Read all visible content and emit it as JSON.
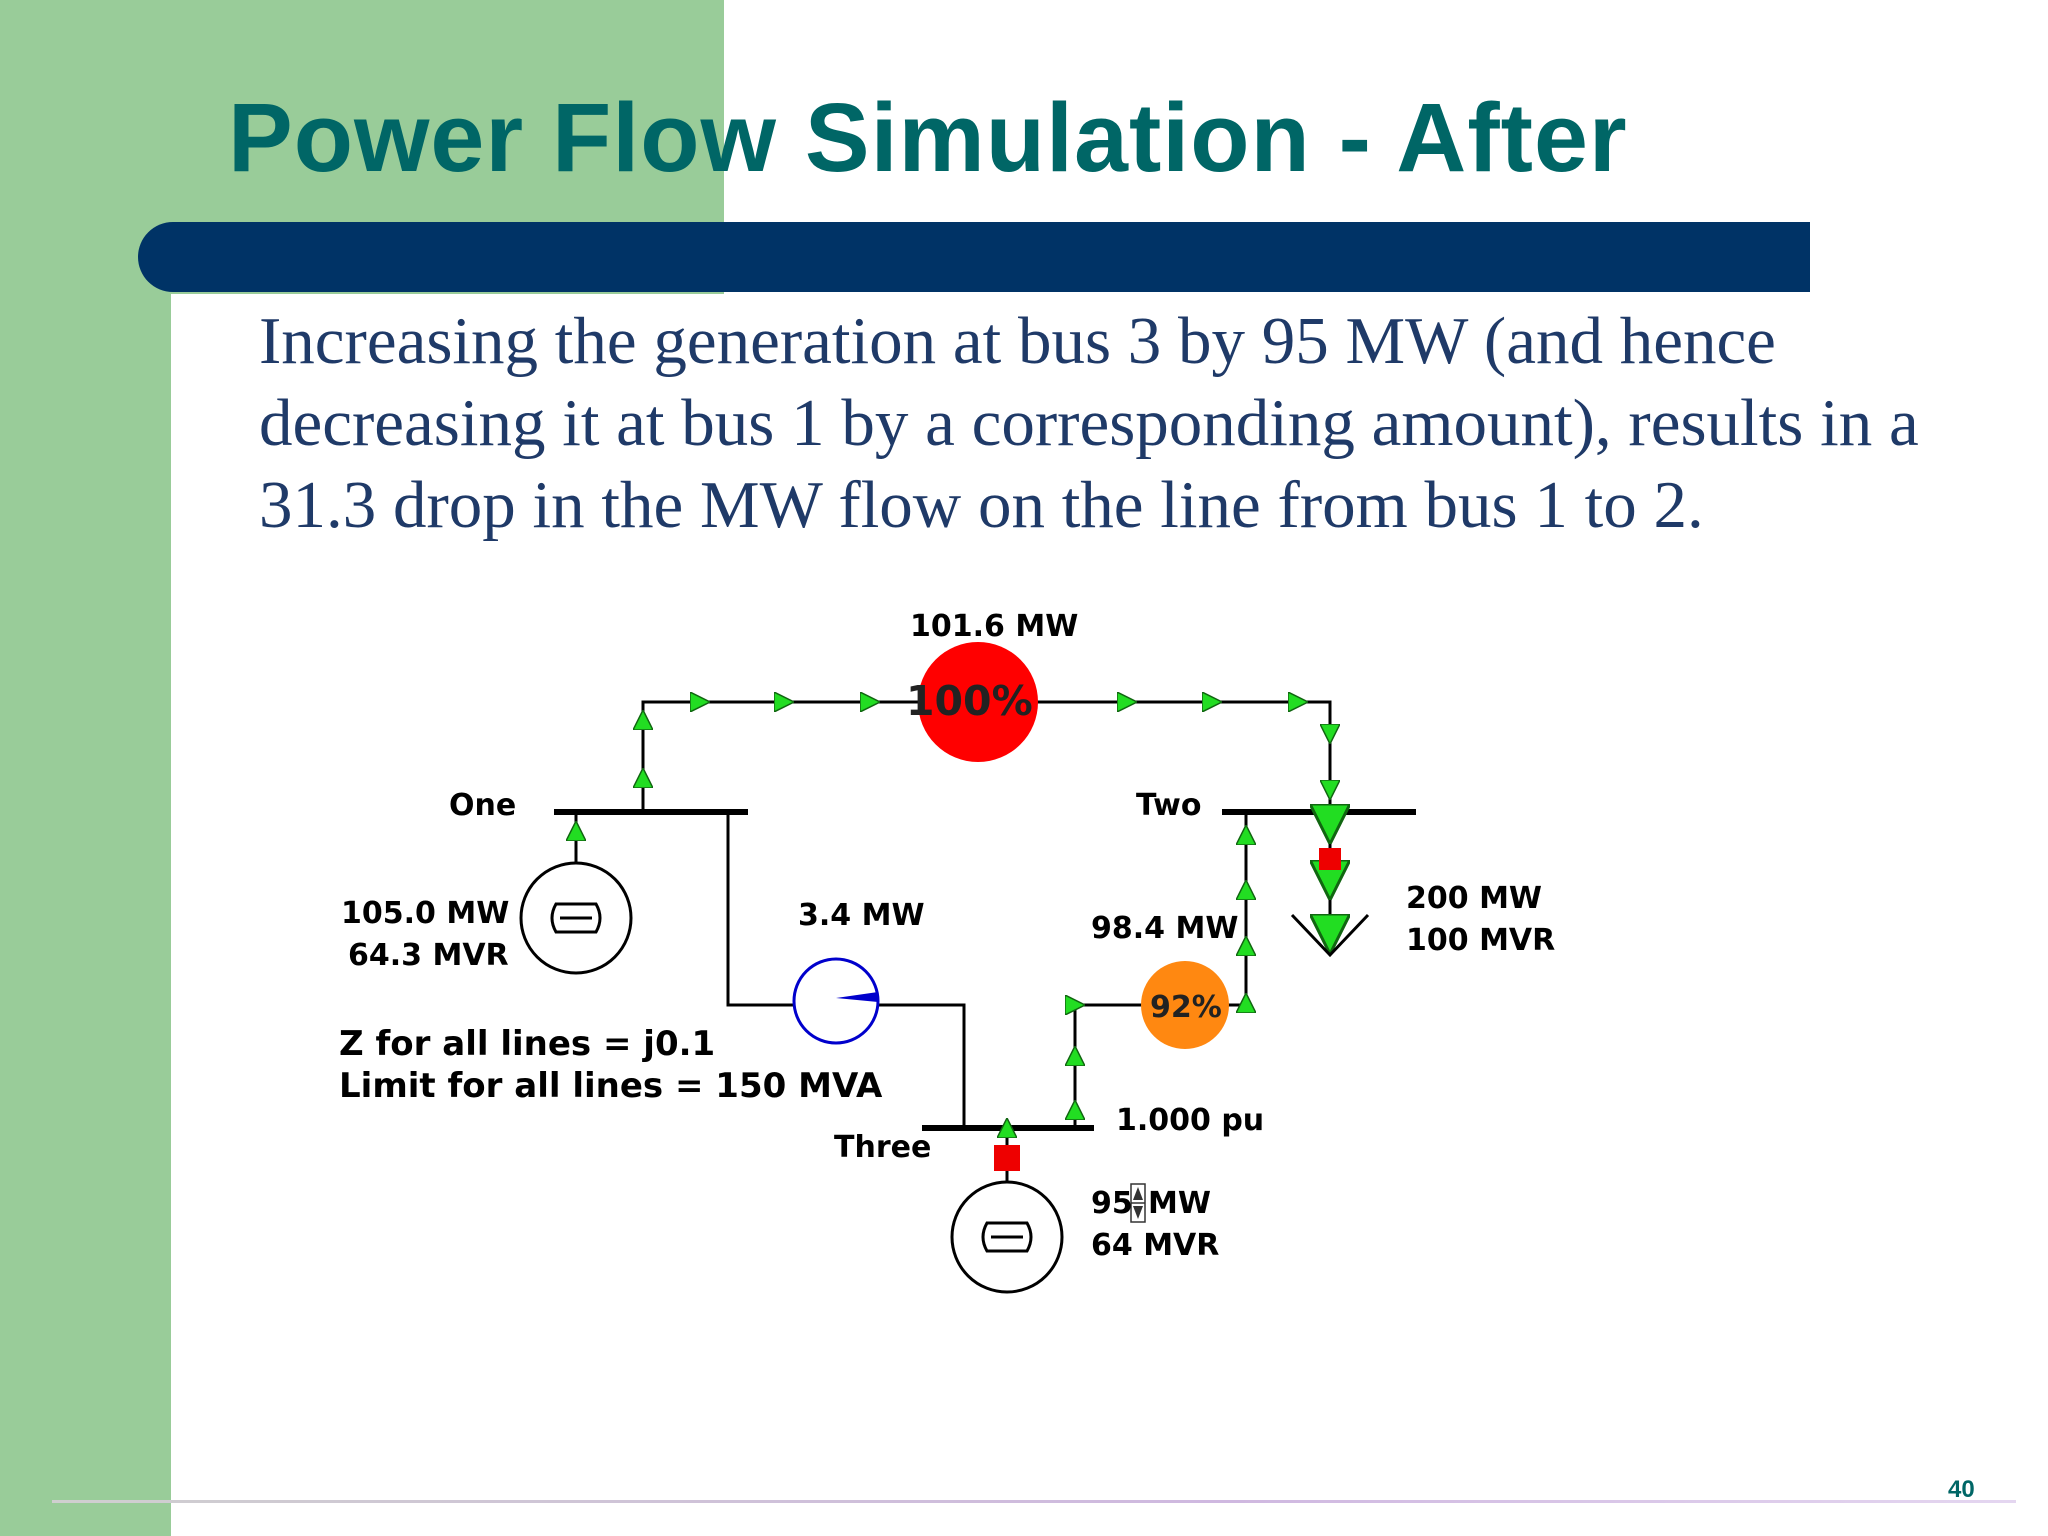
{
  "slide": {
    "title": "Power Flow Simulation - After",
    "body": "Increasing the generation at bus 3 by 95 MW (and hence decreasing it at bus 1 by a corresponding amount), results in a 31.3 drop in the MW flow on the line from bus 1 to 2.",
    "page_number": "40"
  },
  "diagram": {
    "buses": {
      "one": "One",
      "two": "Two",
      "three": "Three"
    },
    "line_1_2": {
      "flow": "101.6 MW",
      "loading": "100%",
      "loading_percent": 100
    },
    "line_1_3": {
      "flow": "3.4 MW"
    },
    "line_2_3": {
      "flow": "98.4 MW",
      "loading": "92%",
      "loading_percent": 92
    },
    "generator_1": {
      "mw": "105.0 MW",
      "mvar": "64.3 MVR"
    },
    "generator_3": {
      "mw_value": "95",
      "mw_unit": "MW",
      "mvar": "64 MVR"
    },
    "load_2": {
      "mw": "200 MW",
      "mvar": "100 MVR"
    },
    "bus_3_voltage": "1.000 pu",
    "notes": {
      "impedance": "Z for all lines = j0.1",
      "limit": "Limit for all lines = 150 MVA"
    }
  },
  "colors": {
    "title": "#006666",
    "body_text": "#1f3a68",
    "side_bar": "#99cc99",
    "divider_bar": "#003366",
    "flow_arrow": "#22dd22",
    "overload": "#ff0000",
    "high_load": "#ff8811",
    "breaker": "#ee0000",
    "meter": "#0000cc"
  }
}
